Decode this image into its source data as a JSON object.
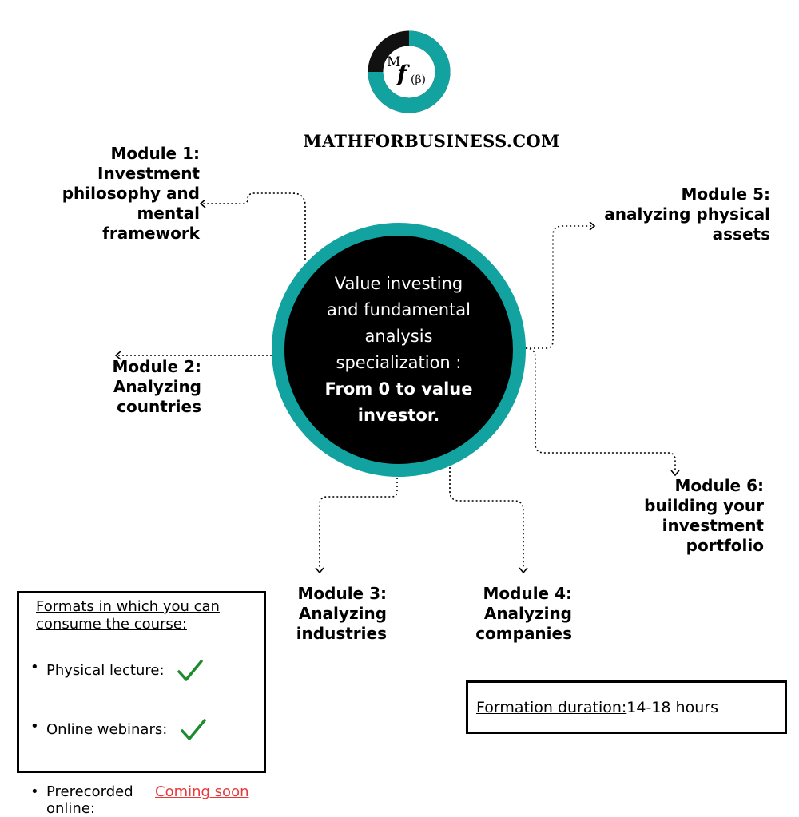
{
  "header": {
    "logo_icon": "mathforbusiness-logo",
    "logo_text_m": "M",
    "logo_text_f": "f",
    "logo_text_b": "(β)",
    "site_name": "MATHFORBUSINESS.COM"
  },
  "center": {
    "line1": "Value investing",
    "line2": "and fundamental",
    "line3": "analysis",
    "line4": "specialization :",
    "bold1": "From 0 to value",
    "bold2": "investor."
  },
  "modules": [
    {
      "lines": [
        "Module 1:",
        "Investment",
        "philosophy and",
        "mental",
        "framework"
      ]
    },
    {
      "lines": [
        "Module 2:",
        "Analyzing",
        "countries"
      ]
    },
    {
      "lines": [
        "Module 3:",
        "Analyzing",
        "industries"
      ]
    },
    {
      "lines": [
        "Module 4:",
        "Analyzing",
        "companies"
      ]
    },
    {
      "lines": [
        "Module 5:",
        "analyzing physical",
        "assets"
      ]
    },
    {
      "lines": [
        "Module 6:",
        "building your",
        "investment",
        "portfolio"
      ]
    }
  ],
  "formats": {
    "title": "Formats in which you can consume the course:",
    "items": [
      {
        "label": "Physical lecture:",
        "status_icon": "check-icon"
      },
      {
        "label": "Online webinars:",
        "status_icon": "check-icon"
      },
      {
        "label_1": "Prerecorded",
        "label_2": "online:",
        "status_text": "Coming soon"
      }
    ]
  },
  "duration": {
    "label": "Formation duration: ",
    "value": "14-18 hours"
  },
  "colors": {
    "teal": "#12a3a0",
    "check_green": "#1e8a2e",
    "coming_soon_red": "#e8383b"
  }
}
